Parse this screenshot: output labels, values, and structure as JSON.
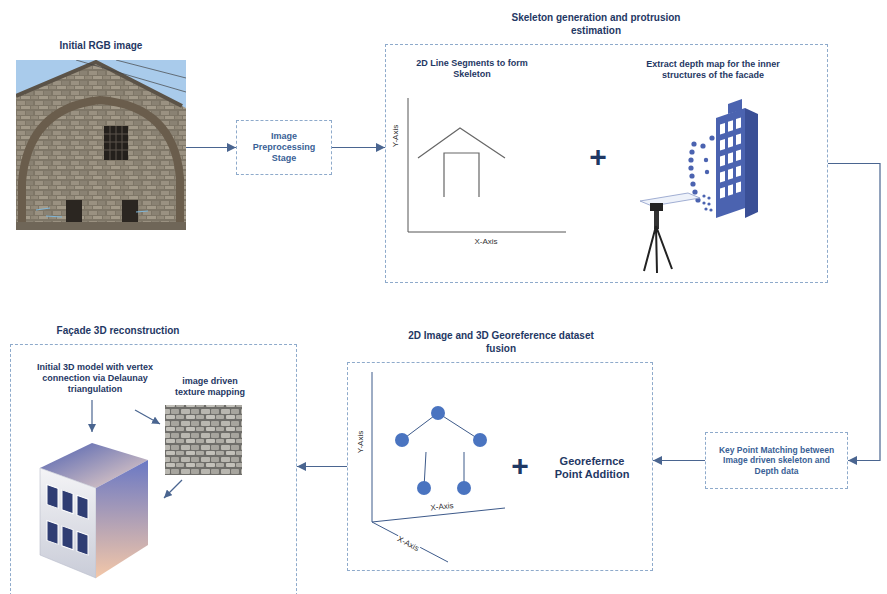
{
  "diagram": {
    "nodes": [
      {
        "text": [
          "Initial RGB image"
        ]
      },
      {
        "text": [
          "Image Preprocessing Stage"
        ]
      },
      {
        "text": [
          "Skeleton generation and protrusion estimation"
        ]
      },
      {
        "text": [
          "Key Point Matching between Image driven skeleton and Depth data"
        ]
      },
      {
        "text": [
          "2D Image and 3D Georeference dataset fusion"
        ]
      },
      {
        "text": [
          "Façade 3D reconstruction"
        ]
      }
    ],
    "edges": [
      {
        "from": 0,
        "to": 1,
        "arrow": "to"
      },
      {
        "from": 1,
        "to": 2,
        "arrow": "to"
      },
      {
        "from": 2,
        "to": 3,
        "arrow": "to"
      },
      {
        "from": 3,
        "to": 4,
        "arrow": "to"
      },
      {
        "from": 4,
        "to": 5,
        "arrow": "to"
      }
    ],
    "labels": [
      "2D Line Segments to form Skeleton",
      "Y-Axis",
      "X-Axis",
      "+",
      "Extract depth map for the inner structures of the facade",
      "Y-Axis",
      "X-Axis",
      "X-Axis",
      "+",
      "Georefernce Point Addition",
      "Initial 3D model with vertex connection via Delaunay triangulation",
      "image driven texture mapping"
    ]
  }
}
